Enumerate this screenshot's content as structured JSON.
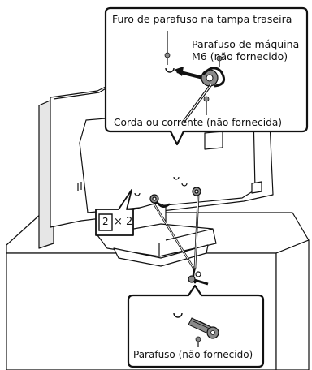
{
  "callout_top": {
    "hole_label": "Furo de parafuso na tampa traseira",
    "machine_screw_label_line1": "Parafuso de máquina",
    "machine_screw_label_line2": "M6 (não fornecido)",
    "cord_label": "Corda ou corrente (não fornecida)"
  },
  "callout_bottom": {
    "screw_label": "Parafuso (não fornecido)"
  },
  "quantity_badge": {
    "number": "2",
    "multiplier": "× 2"
  },
  "colors": {
    "stroke": "#111111",
    "screw_gray": "#8a8a8a",
    "panel_gray": "#e6e6e6",
    "background": "#ffffff"
  }
}
